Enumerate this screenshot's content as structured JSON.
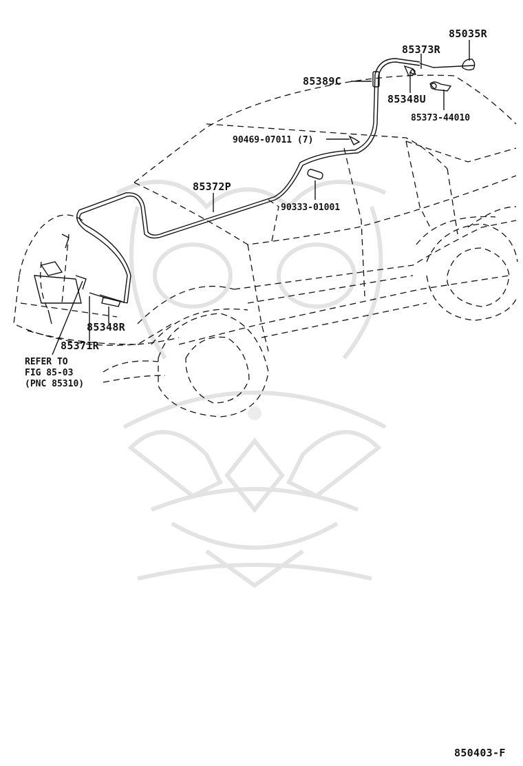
{
  "diagram": {
    "figure_code": "850403-F",
    "parts": [
      {
        "id": "p1",
        "label": "85035R"
      },
      {
        "id": "p2",
        "label": "85373R"
      },
      {
        "id": "p3",
        "label": "85389C"
      },
      {
        "id": "p4",
        "label": "85348U"
      },
      {
        "id": "p5",
        "label": "85373-44010"
      },
      {
        "id": "p6",
        "label": "90469-07011 (7)"
      },
      {
        "id": "p7",
        "label": "85372P"
      },
      {
        "id": "p8",
        "label": "90333-01001"
      },
      {
        "id": "p9",
        "label": "85348R"
      },
      {
        "id": "p10",
        "label": "85371R"
      }
    ],
    "reference": {
      "line1": "REFER TO",
      "line2": "FIG 85-03",
      "line3": "(PNC 85310)"
    }
  }
}
